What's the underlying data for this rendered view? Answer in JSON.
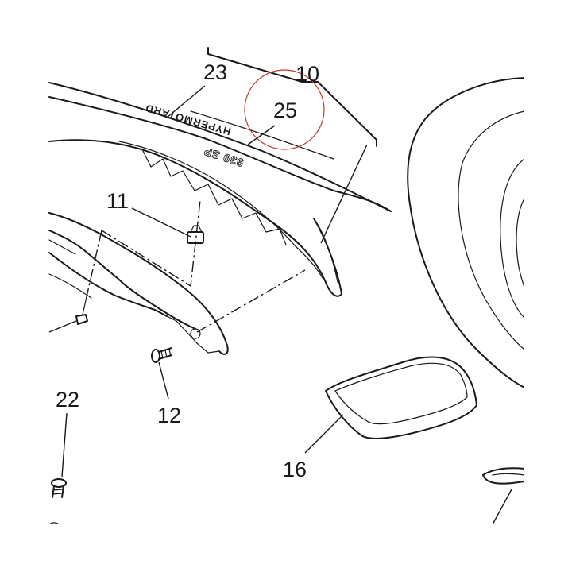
{
  "diagram": {
    "callouts": {
      "c23": "23",
      "c10": "10",
      "c25": "25",
      "c11": "11",
      "c22": "22",
      "c12": "12",
      "c16": "16"
    },
    "decals": {
      "brand": "HYPERMOTARD",
      "model": "939 SP"
    },
    "colors": {
      "line": "#1a1a1a",
      "highlight_circle": "#c0392b",
      "background": "#ffffff"
    }
  }
}
